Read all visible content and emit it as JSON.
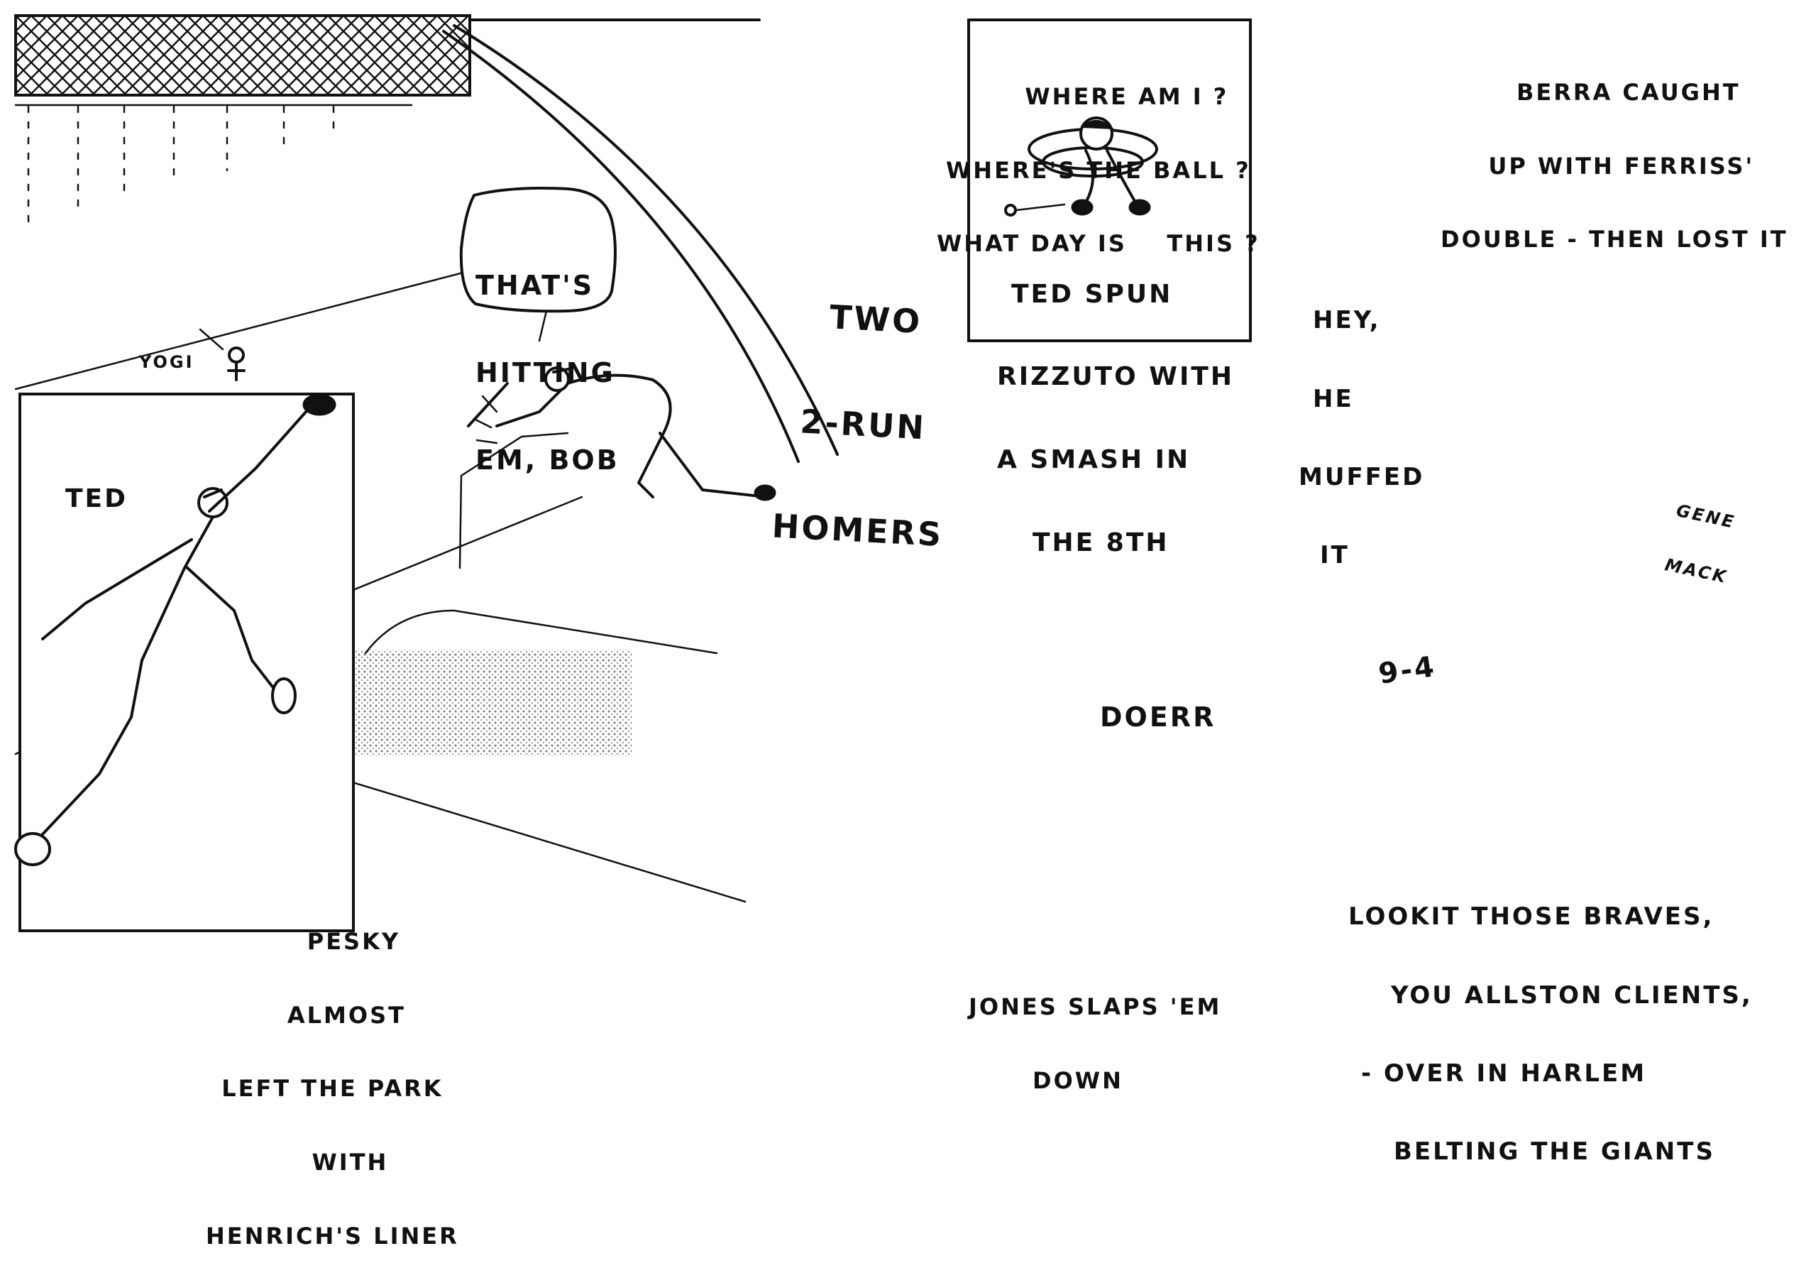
{
  "captions": {
    "ted_label": "TED",
    "yogi_label": "YOGI",
    "bubble_bob": [
      "THAT'S",
      "HITTING",
      "EM, BOB"
    ],
    "two_run": [
      "TWO",
      "2-RUN",
      "HOMERS"
    ],
    "where_am_i": [
      "WHERE AM I ?",
      "WHERE'S THE BALL ?",
      "WHAT DAY IS    THIS ?"
    ],
    "rizzuto": [
      "TED SPUN",
      "RIZZUTO WITH",
      "A SMASH IN",
      "THE 8TH"
    ],
    "berra": [
      "BERRA CAUGHT",
      "UP WITH FERRISS'",
      "DOUBLE - THEN LOST IT"
    ],
    "muffed": [
      "HEY,",
      "HE",
      "MUFFED",
      "IT"
    ],
    "doerr": "DOERR",
    "score": "9-4",
    "pesky": [
      "PESKY",
      "ALMOST",
      "LEFT THE PARK",
      "WITH",
      "HENRICH'S LINER"
    ],
    "jones": [
      "JONES SLAPS 'EM",
      "DOWN"
    ],
    "braves": [
      "LOOKIT THOSE BRAVES,",
      "YOU ALLSTON CLIENTS,",
      "- OVER IN HARLEM",
      "BELTING THE GIANTS"
    ],
    "signature": [
      "GENE",
      "MACK"
    ]
  }
}
